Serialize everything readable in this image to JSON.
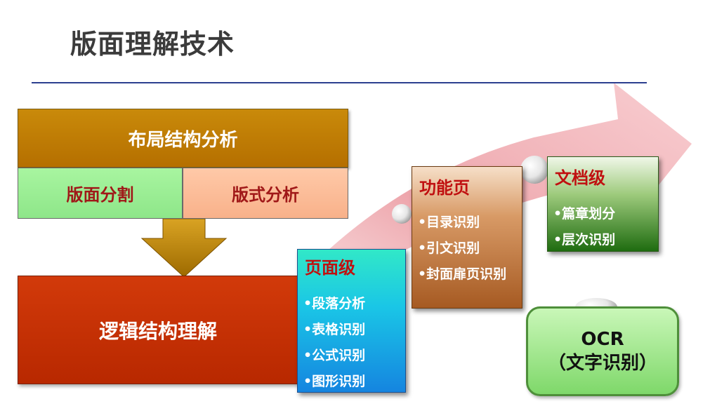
{
  "slide": {
    "title": "版面理解技术",
    "layout_header": "布局结构分析",
    "layout_left": "版面分割",
    "layout_right": "版式分析",
    "logic": "逻辑结构理解",
    "page_level": {
      "title": "页面级",
      "items": [
        "•段落分析",
        "•表格识别",
        "•公式识别",
        "•图形识别"
      ]
    },
    "function_page": {
      "title": "功能页",
      "items": [
        "•目录识别",
        "•引文识别",
        "•封面扉页识别"
      ]
    },
    "document_level": {
      "title": "文档级",
      "items": [
        "•篇章划分",
        "•层次识别"
      ]
    },
    "ocr": {
      "line1": "OCR",
      "line2": "（文字识别）"
    }
  },
  "colors": {
    "title": "#3b3b3b",
    "rule": "#2c3f8f",
    "layout_header_bg": "#b56f00",
    "segment_bg": "#8ee689",
    "format_bg": "#f8b18a",
    "logic_bg": "#c02c00",
    "accent_text": "#c01010"
  }
}
